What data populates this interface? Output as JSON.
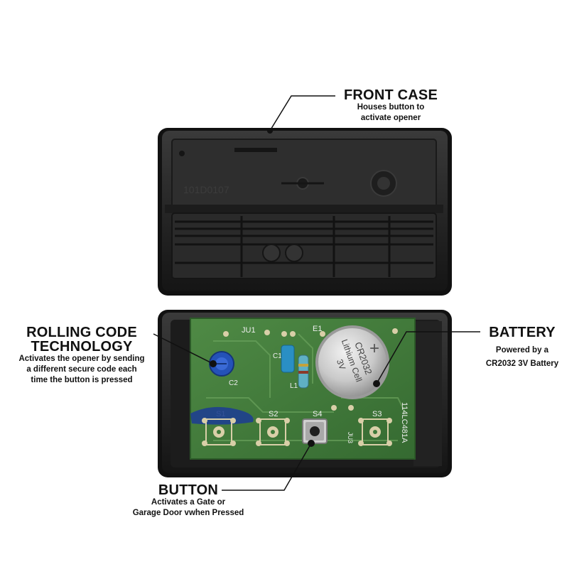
{
  "colors": {
    "case": "#262626",
    "case_dark": "#121212",
    "pcb": "#3f7a3a",
    "pcb_light": "#6aa25c",
    "pad": "#d9cfa8",
    "battery": "#c9c9c9",
    "leader": "#111111"
  },
  "case_markings": {
    "part_number": "101D0107"
  },
  "board_markings": {
    "ju1": "JU1",
    "e1": "E1",
    "c1": "C1",
    "c2": "C2",
    "l1": "L1",
    "s1": "S1",
    "s2": "S2",
    "s3": "S3",
    "s4": "S4",
    "ju3": "JU3",
    "board_id": "114LC481A",
    "battery_model": "CR2032",
    "battery_type": "Lithium Cell",
    "battery_voltage": "3V"
  },
  "callouts": {
    "front_case": {
      "title": "FRONT CASE",
      "lines": [
        "Houses button to",
        "activate opener"
      ]
    },
    "battery": {
      "title": "BATTERY",
      "lines": [
        "Powered by a",
        "CR2032 3V Battery"
      ]
    },
    "rolling_code": {
      "title_lines": [
        "ROLLING CODE",
        "TECHNOLOGY"
      ],
      "lines": [
        "Activates the opener by sending",
        "a different secure code each",
        "time the button is pressed"
      ]
    },
    "button": {
      "title": "BUTTON",
      "lines": [
        "Activates a Gate or",
        "Garage Door vwhen Pressed"
      ]
    }
  }
}
